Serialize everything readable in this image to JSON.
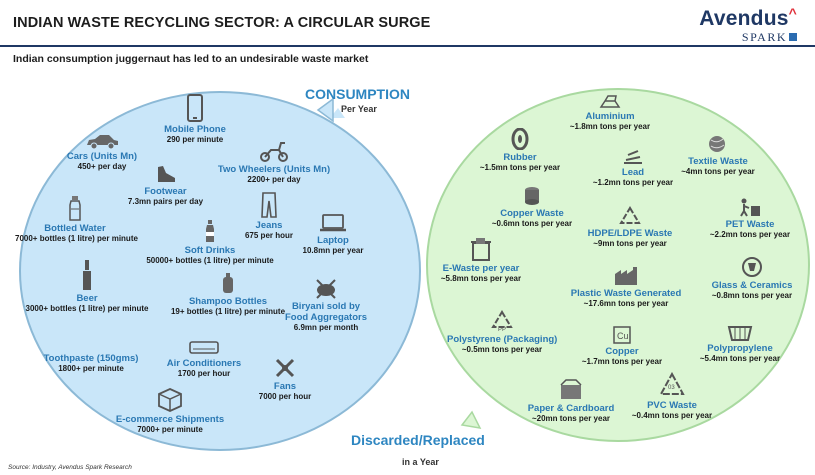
{
  "header": {
    "title": "INDIAN WASTE RECYCLING SECTOR: A CIRCULAR SURGE",
    "subtitle": "Indian consumption juggernaut has led to an undesirable waste market",
    "logo_main": "Avendus",
    "logo_sub": "SPARK"
  },
  "consumption": {
    "heading": "CONSUMPTION",
    "subheading": "Per Year",
    "items": [
      {
        "label": "Mobile Phone",
        "value": "290 per minute",
        "icon": "phone-icon"
      },
      {
        "label": "Cars (Units Mn)",
        "value": "450+ per day",
        "icon": "car-icon"
      },
      {
        "label": "Footwear",
        "value": "7.3mn pairs per day",
        "icon": "shoe-icon"
      },
      {
        "label": "Two Wheelers (Units Mn)",
        "value": "2200+ per day",
        "icon": "scooter-icon"
      },
      {
        "label": "Bottled Water",
        "value": "7000+ bottles (1 litre) per minute",
        "icon": "water-bottle-icon"
      },
      {
        "label": "Jeans",
        "value": "675 per hour",
        "icon": "jeans-icon"
      },
      {
        "label": "Soft Drinks",
        "value": "50000+ bottles (1 litre) per minute",
        "icon": "soda-bottle-icon"
      },
      {
        "label": "Laptop",
        "value": "10.8mn per year",
        "icon": "laptop-icon"
      },
      {
        "label": "Beer",
        "value": "3000+ bottles (1 litre) per minute",
        "icon": "beer-bottle-icon"
      },
      {
        "label": "Shampoo Bottles",
        "value": "19+ bottles (1 litre) per minute",
        "icon": "shampoo-icon"
      },
      {
        "label": "Biryani sold by",
        "label2": "Food Aggregators",
        "value": "6.9mn per month",
        "icon": "biryani-icon"
      },
      {
        "label": "Toothpaste (150gms)",
        "value": "1800+ per minute",
        "icon": "toothpaste-icon"
      },
      {
        "label": "Air Conditioners",
        "value": "1700 per hour",
        "icon": "ac-icon"
      },
      {
        "label": "Fans",
        "value": "7000 per hour",
        "icon": "fan-icon"
      },
      {
        "label": "E-commerce Shipments",
        "value": "7000+ per minute",
        "icon": "package-icon"
      }
    ]
  },
  "discarded": {
    "heading": "Discarded/Replaced",
    "subheading": "in a Year",
    "items": [
      {
        "label": "Aluminium",
        "value": "~1.8mn tons per year",
        "icon": "aluminium-icon"
      },
      {
        "label": "Rubber",
        "value": "~1.5mn tons per year",
        "icon": "tyre-icon"
      },
      {
        "label": "Lead",
        "value": "~1.2mn tons per year",
        "icon": "lead-icon"
      },
      {
        "label": "Textile Waste",
        "value": "~4mn tons per year",
        "icon": "textile-icon"
      },
      {
        "label": "Copper Waste",
        "value": "~0.6mn tons per year",
        "icon": "copper-spool-icon"
      },
      {
        "label": "HDPE/LDPE Waste",
        "value": "~9mn tons per year",
        "icon": "recycle-icon"
      },
      {
        "label": "PET Waste",
        "value": "~2.2mn tons per year",
        "icon": "bin-icon"
      },
      {
        "label": "E-Waste per year",
        "value": "~5.8mn tons per year",
        "icon": "ewaste-bin-icon"
      },
      {
        "label": "Plastic Waste Generated",
        "value": "~17.6mn tons per year",
        "icon": "factory-icon"
      },
      {
        "label": "Glass & Ceramics",
        "value": "~0.8mn tons per year",
        "icon": "glass-icon"
      },
      {
        "label": "Polystyrene (Packaging)",
        "value": "~0.5mn tons per year",
        "icon": "recycle-pp-icon"
      },
      {
        "label": "Copper",
        "value": "~1.7mn tons per year",
        "icon": "copper-element-icon"
      },
      {
        "label": "Polypropylene",
        "value": "~5.4mn tons per year",
        "icon": "basket-icon"
      },
      {
        "label": "Paper & Cardboard",
        "value": "~20mn tons per year",
        "icon": "cardboard-icon"
      },
      {
        "label": "PVC Waste",
        "value": "~0.4mn tons per year",
        "icon": "recycle-pvc-icon"
      }
    ]
  },
  "source": "Source: Industry, Avendus Spark Research",
  "colors": {
    "left_circle": "#c9e6f9",
    "right_circle": "#dcf6d4",
    "heading": "#2e86c1",
    "label": "#2a78b3",
    "brand": "#1f3864",
    "brand_accent": "#e0303a"
  }
}
